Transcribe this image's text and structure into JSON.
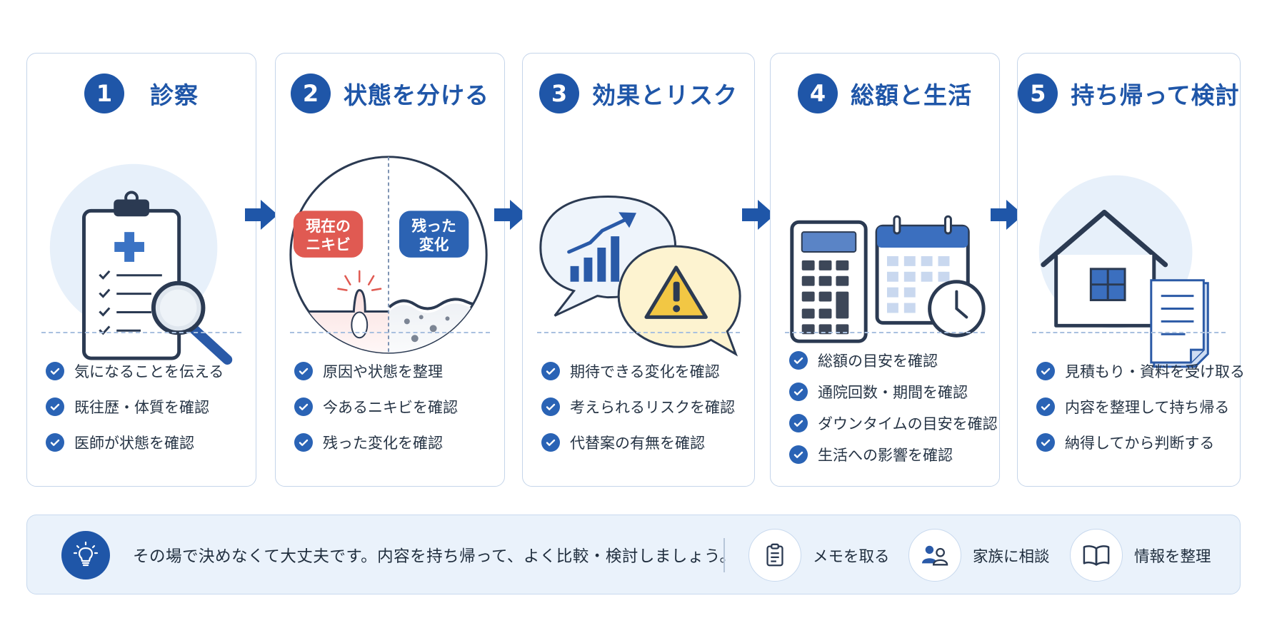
{
  "steps": [
    {
      "num": "1",
      "title": "診察",
      "checks": [
        "気になることを伝える",
        "既往歴・体質を確認",
        "医師が状態を確認"
      ]
    },
    {
      "num": "2",
      "title": "状態を分ける",
      "badges": {
        "left": [
          "現在の",
          "ニキビ"
        ],
        "right": [
          "残った",
          "変化"
        ]
      },
      "checks": [
        "原因や状態を整理",
        "今あるニキビを確認",
        "残った変化を確認"
      ]
    },
    {
      "num": "3",
      "title": "効果とリスク",
      "checks": [
        "期待できる変化を確認",
        "考えられるリスクを確認",
        "代替案の有無を確認"
      ]
    },
    {
      "num": "4",
      "title": "総額と生活",
      "checks": [
        "総額の目安を確認",
        "通院回数・期間を確認",
        "ダウンタイムの目安を確認",
        "生活への影響を確認"
      ]
    },
    {
      "num": "5",
      "title": "持ち帰って検討",
      "checks": [
        "見積もり・資料を受け取る",
        "内容を整理して持ち帰る",
        "納得してから判断する"
      ]
    }
  ],
  "banner": {
    "message": "その場で決めなくて大丈夫です。内容を持ち帰って、よく比較・検討しましょう。",
    "tips": [
      {
        "icon": "clipboard-icon",
        "label": "メモを取る"
      },
      {
        "icon": "family-icon",
        "label": "家族に相談"
      },
      {
        "icon": "book-icon",
        "label": "情報を整理"
      }
    ]
  },
  "colors": {
    "primary": "#1f56a8",
    "border": "#c5d5ea",
    "badge_red": "#e05a52",
    "badge_blue": "#2c63b3",
    "warning": "#f2c744"
  }
}
